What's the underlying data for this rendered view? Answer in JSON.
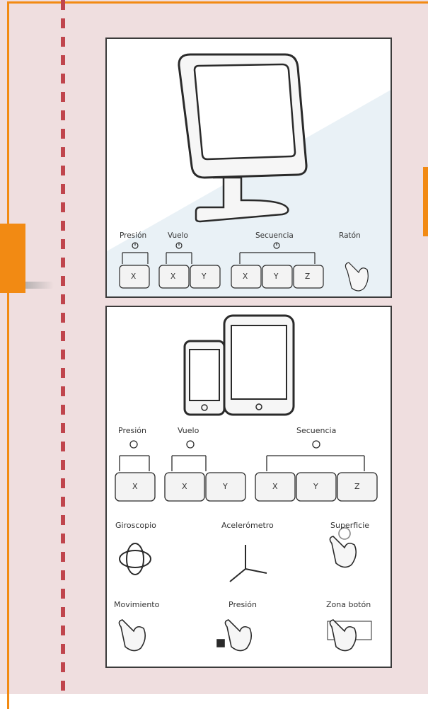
{
  "colors": {
    "accent": "#f28a13",
    "page_bg": "#efdedf",
    "dash": "#c0454d",
    "panel_border": "#3b3b3b"
  },
  "desktop": {
    "labels": {
      "press": "Presión",
      "flight": "Vuelo",
      "sequence": "Secuencia",
      "mouse": "Ratón"
    },
    "keys": [
      "X",
      "X",
      "Y",
      "X",
      "Y",
      "Z"
    ]
  },
  "mobile": {
    "labels": {
      "press": "Presión",
      "flight": "Vuelo",
      "sequence": "Secuencia"
    },
    "keys": [
      "X",
      "X",
      "Y",
      "X",
      "Y",
      "Z"
    ],
    "sensors": {
      "gyroscope": "Giroscopio",
      "accelerometer": "Acelerómetro",
      "surface": "Superficie",
      "movement": "Movimiento",
      "pressure": "Presión",
      "button_zone": "Zona botón"
    }
  }
}
